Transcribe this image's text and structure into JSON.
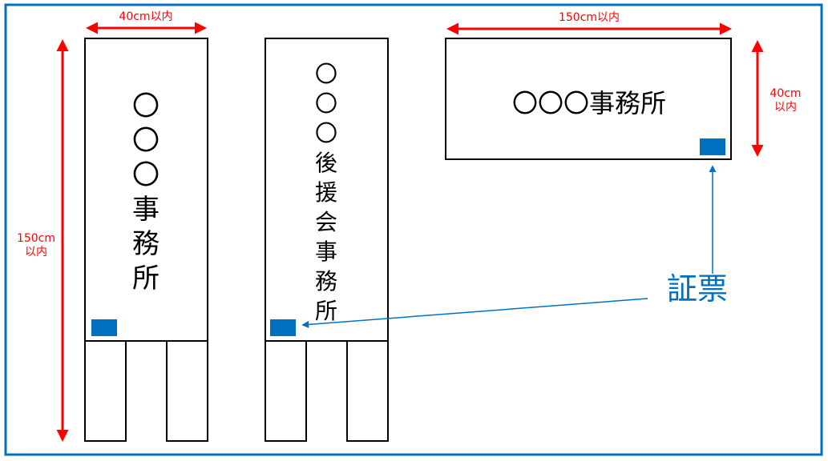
{
  "colors": {
    "frame": "#0070c0",
    "dimension": "#ff0000",
    "label": "#0070c0",
    "outline": "#000000"
  },
  "dimensions": {
    "width_40": "40cm以内",
    "height_150_value": "150cm",
    "height_150_suffix": "以内",
    "width_150": "150cm以内",
    "height_40_value": "40cm",
    "height_40_suffix": "以内"
  },
  "signs": {
    "vertical_office": [
      "〇",
      "〇",
      "〇",
      "事",
      "務",
      "所"
    ],
    "vertical_support": [
      "〇",
      "〇",
      "〇",
      "後",
      "援",
      "会",
      "事",
      "務",
      "所"
    ],
    "horizontal_office": "〇〇〇事務所"
  },
  "callout": {
    "label": "証票"
  }
}
